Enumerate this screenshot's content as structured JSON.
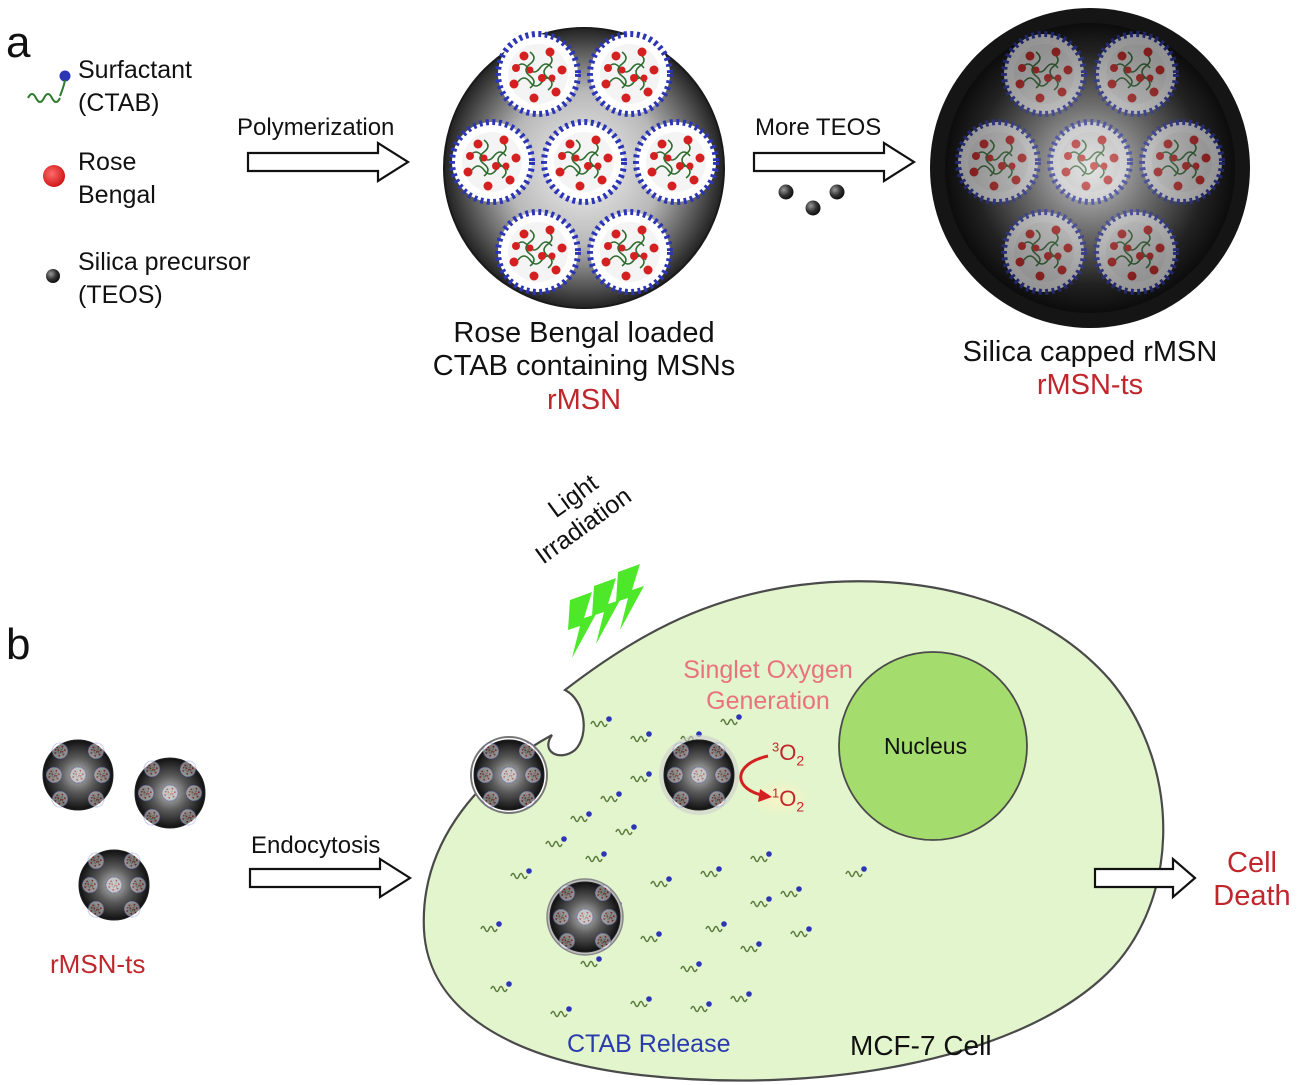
{
  "panel_a": {
    "label": "a",
    "legend": {
      "surfactant": [
        "Surfactant",
        "(CTAB)"
      ],
      "rose_bengal": [
        "Rose",
        "Bengal"
      ],
      "silica": [
        "Silica precursor",
        "(TEOS)"
      ]
    },
    "step1": "Polymerization",
    "step2": "More TEOS",
    "caption1": [
      "Rose Bengal loaded",
      "CTAB containing MSNs"
    ],
    "caption1_name": "rMSN",
    "caption2": "Silica capped rMSN",
    "caption2_name": "rMSN-ts"
  },
  "panel_b": {
    "label": "b",
    "light": [
      "Light",
      "Irradiation"
    ],
    "singlet": [
      "Singlet Oxygen",
      "Generation"
    ],
    "triplet_oxygen": {
      "sup": "3",
      "base": "O",
      "sub": "2"
    },
    "singlet_oxygen": {
      "sup": "1",
      "base": "O",
      "sub": "2"
    },
    "nucleus": "Nucleus",
    "endocytosis": "Endocytosis",
    "particles_label": "rMSN-ts",
    "ctab_release": "CTAB Release",
    "cell_name": "MCF-7 Cell",
    "outcome": [
      "Cell",
      "Death"
    ]
  },
  "colors": {
    "red_text": "#c0272d",
    "pink_text": "#e8737a",
    "blue_text": "#2a3bb0",
    "cell_fill": "#e3f5cc",
    "nucleus_fill": "#a5dc6e",
    "lightning": "#4de82a"
  }
}
